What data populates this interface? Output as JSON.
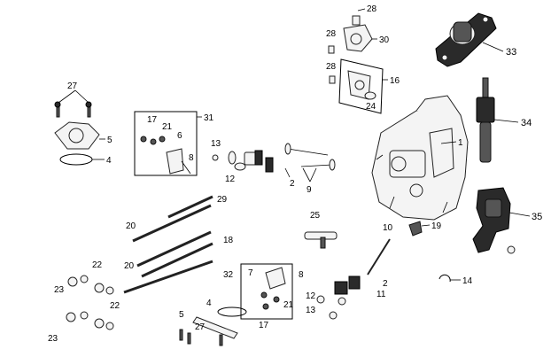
{
  "callouts": {
    "c1": "1",
    "c2a": "2",
    "c2b": "2",
    "c4a": "4",
    "c4b": "4",
    "c5a": "5",
    "c5b": "5",
    "c6": "6",
    "c7": "7",
    "c8a": "8",
    "c8b": "8",
    "c9": "9",
    "c10": "10",
    "c11": "11",
    "c12a": "12",
    "c12b": "12",
    "c13a": "13",
    "c13b": "13",
    "c14": "14",
    "c16": "16",
    "c17a": "17",
    "c17b": "17",
    "c18": "18",
    "c19": "19",
    "c20a": "20",
    "c20b": "20",
    "c21a": "21",
    "c21b": "21",
    "c22a": "22",
    "c22b": "22",
    "c23a": "23",
    "c23b": "23",
    "c24": "24",
    "c25": "25",
    "c27a": "27",
    "c27b": "27",
    "c28a": "28",
    "c28b": "28",
    "c28c": "28",
    "c29": "29",
    "c30": "30",
    "c31": "31",
    "c32": "32",
    "c33": "33",
    "c34": "34",
    "c35": "35"
  },
  "colors": {
    "line": "#000000",
    "part_fill": "#f4f4f4",
    "sensor_dark": "#2a2a2a"
  }
}
